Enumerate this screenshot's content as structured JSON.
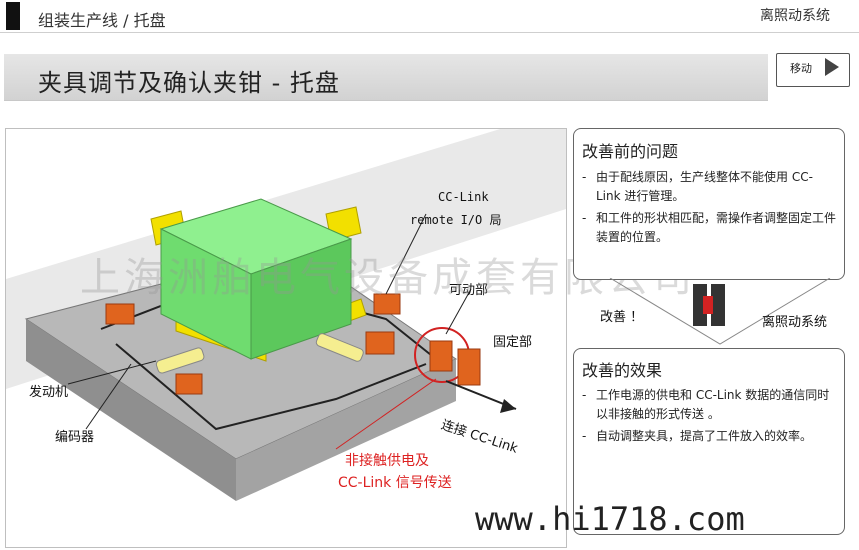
{
  "header": {
    "breadcrumb": "组装生产线 /  托盘",
    "right_title": "离照动系统"
  },
  "title": {
    "text": "夹具调节及确认夹钳 - 托盘",
    "move_button": "移动"
  },
  "illustration": {
    "label_cclink": "CC-Link",
    "label_remote": "remote I/O 局",
    "label_movable": "可动部",
    "label_fixed": "固定部",
    "label_motor": "发动机",
    "label_encoder": "编码器",
    "label_connect": "连接 CC-Link",
    "label_noncontact_1": "非接触供电及",
    "label_noncontact_2": "CC-Link 信号传送"
  },
  "panel_before": {
    "title": "改善前的问题",
    "items": [
      "由于配线原因，生产线整体不能使用 CC-Link 进行管理。",
      "和工件的形状相匹配，需操作者调整固定工件装置的位置。"
    ]
  },
  "middle": {
    "improve_label": "改善 ！",
    "system_label": "离照动系统"
  },
  "panel_after": {
    "title": "改善的效果",
    "items": [
      "工作电源的供电和 CC-Link 数据的通信同时以非接触的形式传送 。",
      "自动调整夹具，提高了工件放入的效率。"
    ]
  },
  "watermarks": {
    "company": "上海洲舶电气设备成套有限公司",
    "site": "www.hi1718.com"
  },
  "colors": {
    "base": "#9a9a9a",
    "block": "#6fdc6f",
    "clamp": "#f2e000",
    "io": "#e0641e",
    "highlight": "#d22222"
  }
}
